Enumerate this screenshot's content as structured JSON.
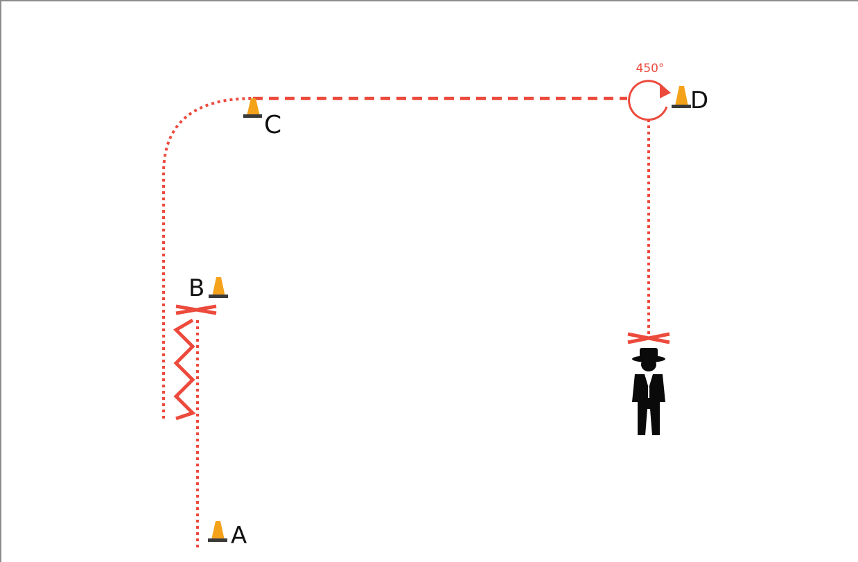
{
  "diagram": {
    "cones": [
      {
        "id": "A",
        "label": "A"
      },
      {
        "id": "B",
        "label": "B"
      },
      {
        "id": "C",
        "label": "C"
      },
      {
        "id": "D",
        "label": "D"
      }
    ],
    "turn_label": "450°",
    "colors": {
      "path": "#ec4a3c",
      "cone": "#f5a21b",
      "cone_base": "#3a3a3a",
      "figure": "#0a0a0a",
      "text": "#111111",
      "frame": "#8c8c8c"
    }
  }
}
